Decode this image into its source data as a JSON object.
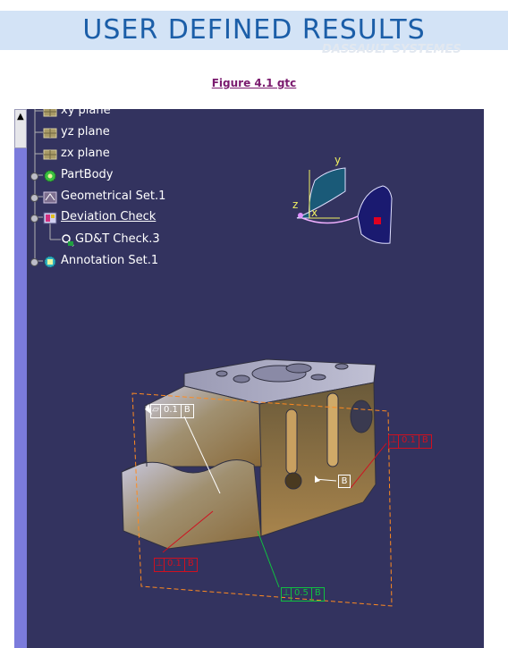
{
  "page": {
    "title": "USER DEFINED RESULTS",
    "watermark": "DASSAULT SYSTEMES",
    "figure_link": "Figure 4.1 gtc"
  },
  "tree": {
    "items": [
      {
        "label": "xy plane",
        "icon": "plane-icon"
      },
      {
        "label": "yz plane",
        "icon": "plane-icon"
      },
      {
        "label": "zx plane",
        "icon": "plane-icon"
      },
      {
        "label": "PartBody",
        "icon": "gear-icon"
      },
      {
        "label": "Geometrical Set.1",
        "icon": "geometrical-set-icon"
      },
      {
        "label": "Deviation Check",
        "icon": "deviation-check-icon"
      },
      {
        "label": "GD&T Check.3",
        "icon": "gdt-check-icon"
      },
      {
        "label": "Annotation Set.1",
        "icon": "annotation-set-icon"
      }
    ]
  },
  "compass": {
    "x": "x",
    "y": "y",
    "z": "z"
  },
  "annotations": {
    "top_left": [
      "0.1",
      "B"
    ],
    "right": [
      "0.1",
      "B"
    ],
    "bottom_left": [
      "0.1",
      "B"
    ],
    "bottom_green": [
      "0.5",
      "B"
    ],
    "datum": "B"
  },
  "colors": {
    "background": "#33335f",
    "header_band": "#d3e3f6",
    "title": "#1b5ea8",
    "link": "#7a1a6e",
    "tolerance_red": "#d01020",
    "tolerance_green": "#10c040",
    "boundary_orange": "#ff8a20",
    "scrollbar": "#7b7bdc"
  }
}
